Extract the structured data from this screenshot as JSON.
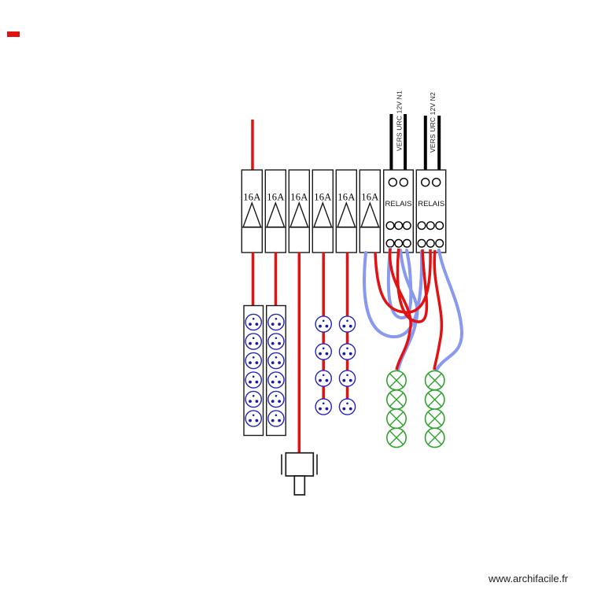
{
  "watermark": {
    "text": "www.archifacile.fr"
  },
  "breakers": {
    "labels": [
      "16A",
      "16A",
      "16A",
      "16A",
      "16A",
      "16A"
    ]
  },
  "relays": {
    "items": [
      {
        "label": "RELAIS",
        "feed_label": "VERS URC 12V N1"
      },
      {
        "label": "RELAIS",
        "feed_label": "VERS URC 12V N2"
      }
    ]
  },
  "components": {
    "socket_strips": 2,
    "sockets_per_strip": 6,
    "socket_chains": 2,
    "sockets_per_chain": 4,
    "lamp_columns": 2,
    "lamps_per_column": 4
  },
  "colors": {
    "wire_red": "#e01212",
    "wire_blue": "#8899ee",
    "wire_black": "#000000",
    "socket_blue": "#2323bb",
    "lamp_green": "#2fa32f"
  }
}
